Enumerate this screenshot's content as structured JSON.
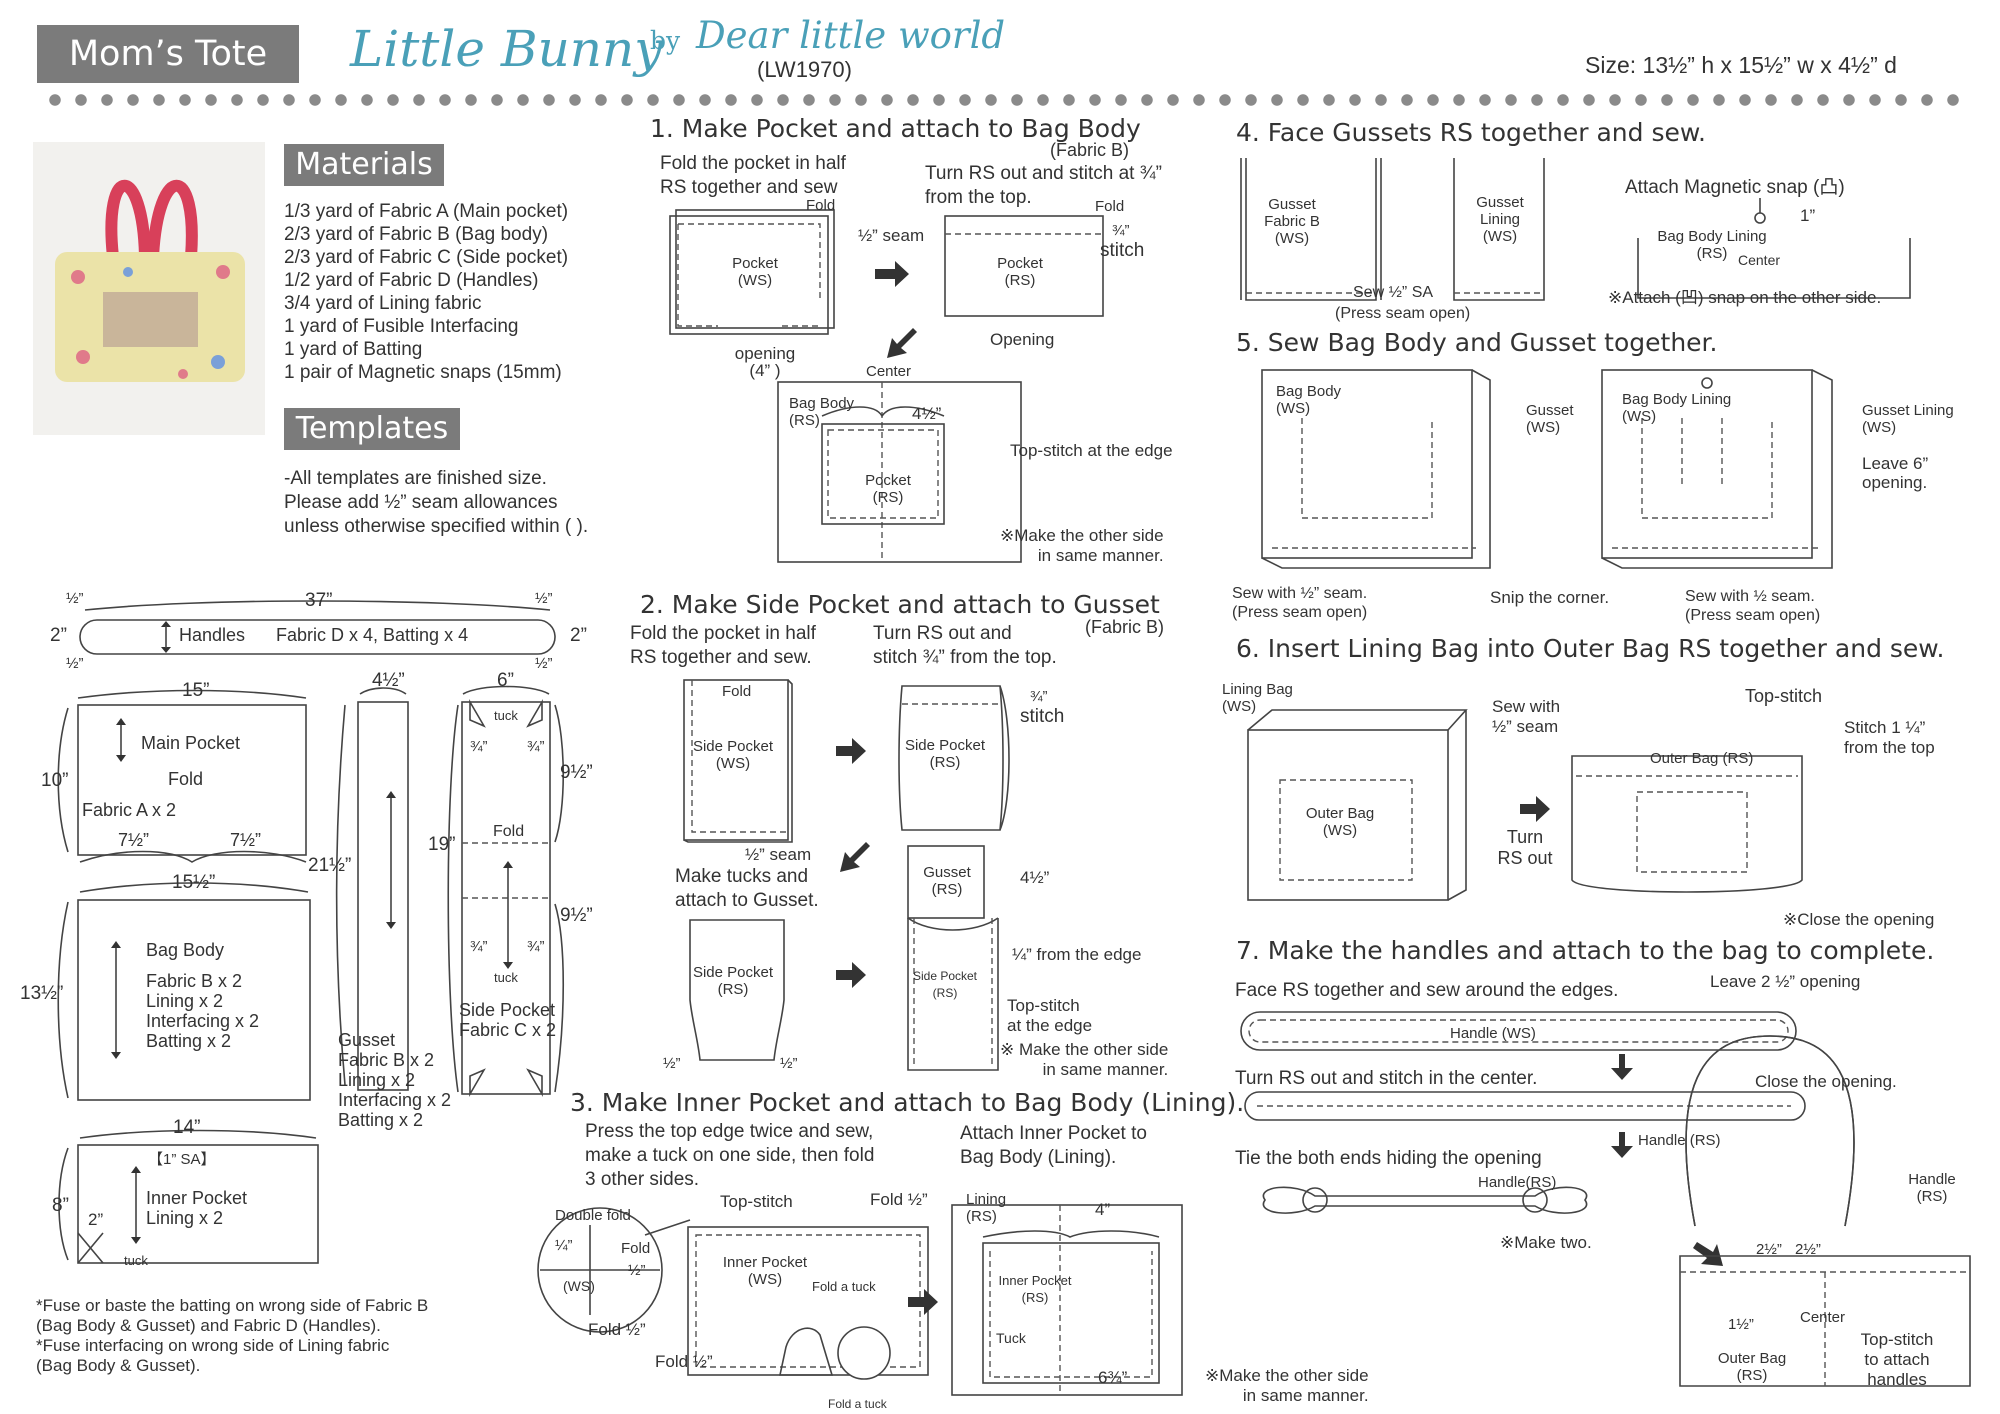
{
  "header": {
    "tag": "Mom’s Tote",
    "title": "Little Bunny",
    "by": "by",
    "brand": "Dear little world",
    "code": "(LW1970)",
    "size": "Size: 13½” h x 15½” w x 4½” d"
  },
  "materials": {
    "heading": "Materials",
    "items": [
      "1/3 yard of Fabric A (Main pocket)",
      "2/3 yard of Fabric B (Bag body)",
      "2/3 yard of Fabric C (Side pocket)",
      "1/2 yard of Fabric D (Handles)",
      "3/4 yard of Lining fabric",
      "1 yard of Fusible Interfacing",
      "1 yard of Batting",
      "1 pair of Magnetic snaps (15mm)"
    ]
  },
  "templates": {
    "heading": "Templates",
    "line1": "-All templates are finished size.",
    "line2": "Please add ½” seam allowances",
    "line3": "unless otherwise specified within ( )."
  },
  "patterns": {
    "handles": {
      "label": "Handles",
      "spec": "Fabric D x 4, Batting x 4",
      "len": "37”",
      "w": "2”",
      "w2": "2”",
      "half_tl": "½”",
      "half_tr": "½”",
      "half_bl": "½”",
      "half_br": "½”"
    },
    "main_pocket": {
      "w": "15”",
      "h": "10”",
      "label": "Main Pocket",
      "fold": "Fold",
      "spec": "Fabric A x 2",
      "half_l": "7½”",
      "half_r": "7½”"
    },
    "bag_body": {
      "w": "15½”",
      "h": "13½”",
      "label": "Bag Body",
      "spec": [
        "Fabric B x 2",
        "Lining x 2",
        "Interfacing x 2",
        "Batting x 2"
      ]
    },
    "gusset": {
      "w": "4½”",
      "h": "21½”",
      "label": "Gusset",
      "spec": [
        "Fabric B x 2",
        "Lining x 2",
        "Interfacing x 2",
        "Batting x 2"
      ]
    },
    "side_pocket": {
      "w": "6”",
      "h": "19”",
      "h1": "9½”",
      "h2": "9½”",
      "fold": "Fold",
      "tuck": "tuck",
      "tuck2": "tuck",
      "q1": "¾”",
      "q2": "¾”",
      "q3": "¾”",
      "q4": "¾”",
      "label": "Side Pocket",
      "spec": "Fabric C x 2"
    },
    "inner_pocket": {
      "w": "14”",
      "sa": "【1” SA】",
      "h": "8”",
      "d": "2”",
      "label": "Inner Pocket",
      "spec": "Lining x 2",
      "tuck": "tuck"
    }
  },
  "footnotes": [
    "*Fuse or baste the batting on wrong side of Fabric B",
    "(Bag Body & Gusset) and Fabric D (Handles).",
    "*Fuse interfacing on wrong side of Lining fabric",
    "(Bag Body & Gusset)."
  ],
  "step1": {
    "title": "1. Make Pocket and attach to Bag Body",
    "fabric": "(Fabric B)",
    "a1": "Fold the pocket in half",
    "a2": "RS together and sew",
    "b1": "Turn RS out and stitch at ¾”",
    "b2": "from the top.",
    "fold1": "Fold",
    "fold2": "Fold",
    "seam": "½” seam",
    "stitch_q": "¾”",
    "stitch": "stitch",
    "pocket_ws": "Pocket\n(WS)",
    "pocket_rs": "Pocket\n(RS)",
    "opening": "opening\n(4” )",
    "opening2": "Opening",
    "center": "Center",
    "bagbody": "Bag Body\n(RS)",
    "dim": "4½”",
    "pocket_rs2": "Pocket\n(RS)",
    "topstitch": "Top-stitch at the edge",
    "note1": "※Make the other side",
    "note2": "in same manner."
  },
  "step2": {
    "title": "2. Make Side Pocket and attach to Gusset",
    "fabric": "(Fabric B)",
    "a1": "Fold the pocket in half",
    "a2": "RS together and sew.",
    "b1": "Turn RS out and",
    "b2": "stitch ¾” from the top.",
    "fold": "Fold",
    "sp_ws": "Side Pocket\n(WS)",
    "sp_rs": "Side Pocket\n(RS)",
    "q": "¾”",
    "stitch": "stitch",
    "seam": "½” seam",
    "tucks1": "Make tucks and",
    "tucks2": "attach to Gusset.",
    "gusset_rs": "Gusset\n(RS)",
    "dim": "4½”",
    "sp_rs2": "Side Pocket\n(RS)",
    "sp_rs3": "Side Pocket\n(RS)",
    "edge": "¼” from the edge",
    "ts1": "Top-stitch",
    "ts2": "at the edge",
    "note1": "※ Make the other side",
    "note2": "in same manner.",
    "half1": "½”",
    "half2": "½”"
  },
  "step3": {
    "title": "3. Make Inner Pocket and attach to Bag Body (Lining).",
    "a1": "Press the top edge twice and sew,",
    "a2": "make a tuck on one side, then fold",
    "a3": "3 other sides.",
    "b1": "Attach Inner Pocket to",
    "b2": "Bag Body (Lining).",
    "double": "Double fold",
    "q": "¼”",
    "fold_q": "Fold",
    "half": "½”",
    "ws": "(WS)",
    "topstitch": "Top-stitch",
    "fold_r": "Fold ½”",
    "fold_l": "Fold ½”",
    "fold_b": "Fold ½”",
    "ip_ws": "Inner Pocket\n(WS)",
    "fold_tuck": "Fold a tuck",
    "fold_tuck2": "Fold a tuck",
    "lining": "Lining\n(RS)",
    "dim4": "4”",
    "ip_rs": "Inner Pocket\n(RS)",
    "tuck": "Tuck",
    "dim6": "6¾”",
    "note1": "※Make the other side",
    "note2": "in same manner."
  },
  "step4": {
    "title": "4. Face Gussets RS together and sew.",
    "g1": "Gusset\nFabric B\n(WS)",
    "g2": "Gusset\nLining\n(WS)",
    "sew": "Sew ½” SA",
    "press": "(Press seam open)",
    "snap": "Attach Magnetic snap (凸)",
    "one": "1”",
    "bbl": "Bag Body Lining\n(RS)",
    "center": "Center",
    "note": "※Attach (凹) snap on the other side."
  },
  "step5": {
    "title": "5. Sew Bag Body and Gusset together.",
    "bb": "Bag Body\n(WS)",
    "gusset": "Gusset\n(WS)",
    "bbl": "Bag Body Lining\n(WS)",
    "gl": "Gusset Lining\n(WS)",
    "leave": "Leave 6”\nopening.",
    "sew1": "Sew with ½” seam.\n(Press seam open)",
    "snip": "Snip the corner.",
    "sew2": "Sew with ½ seam.\n(Press seam open)"
  },
  "step6": {
    "title": "6. Insert Lining Bag into Outer Bag RS together and sew.",
    "lining": "Lining Bag\n(WS)",
    "sew": "Sew with\n½” seam",
    "outer": "Outer Bag\n(WS)",
    "turn": "Turn\nRS out",
    "topstitch": "Top-stitch",
    "stitch": "Stitch 1 ¼”\nfrom the top",
    "outer_rs": "Outer Bag (RS)",
    "note": "※Close the opening"
  },
  "step7": {
    "title": "7. Make the handles and attach to the bag to complete.",
    "face": "Face RS together and sew around the edges.",
    "leave": "Leave 2 ½” opening",
    "handle_ws": "Handle (WS)",
    "turn": "Turn RS out and stitch in the center.",
    "close": "Close the opening.",
    "handle_rs": "Handle (RS)",
    "tie": "Tie the both ends hiding the opening",
    "handle_rs2": "Handle(RS)",
    "two": "※Make two.",
    "handle_rs3": "Handle\n(RS)",
    "d1": "2½”",
    "d2": "2½”",
    "one": "1½”",
    "center": "Center",
    "outer": "Outer Bag\n(RS)",
    "ts": "Top-stitch\nto attach\nhandles"
  }
}
